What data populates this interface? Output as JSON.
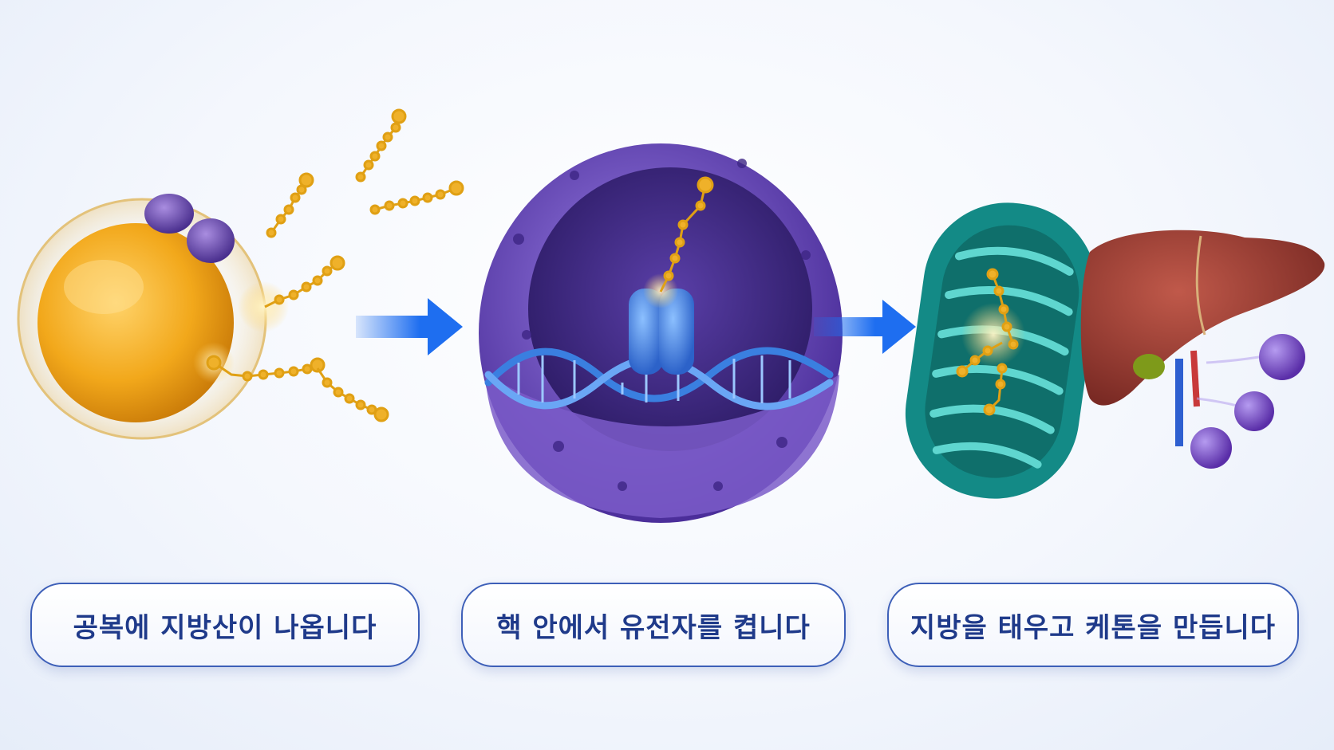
{
  "steps": [
    {
      "caption": "공복에 지방산이 나옵니다",
      "icon": "fat-cell-icon"
    },
    {
      "caption": "핵 안에서 유전자를 켭니다",
      "icon": "nucleus-dna-icon"
    },
    {
      "caption": "지방을 태우고 케톤을 만듭니다",
      "icon": "mitochondria-liver-icon"
    }
  ],
  "colors": {
    "caption_text": "#1f3a8a",
    "caption_border": "#3d5fb8",
    "arrow": "#1e6ef0",
    "fatty_acid": "#e7a516",
    "fat_cell": "#f2a81b",
    "nucleus": "#7b5cc9",
    "dna": "#3a7fe0",
    "mitochondria": "#27a6a0",
    "liver": "#9a3a30",
    "ketone": "#7a4ccf"
  }
}
